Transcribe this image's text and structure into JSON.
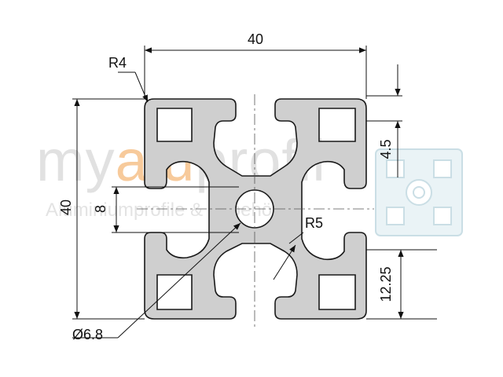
{
  "watermark": {
    "brand_part1": "my",
    "brand_accent": "alu",
    "brand_part2": "profil",
    "tagline": "Aluminiumprofile & Zubehör",
    "accent_color": "#f2a04a"
  },
  "dimensions": {
    "width": "40",
    "height": "40",
    "corner_radius": "R4",
    "slot_width": "8",
    "groove_depth": "4.5",
    "center_radius": "R5",
    "slot_offset": "12.25",
    "bore_diameter": "Ø6.8"
  },
  "colors": {
    "profile_fill": "#cfcfcf",
    "profile_stroke": "#1a1a1a",
    "dimension_line": "#111111",
    "logo_icon": "#cfe3ea"
  },
  "icons": {
    "logo": "profile-logo-icon"
  }
}
